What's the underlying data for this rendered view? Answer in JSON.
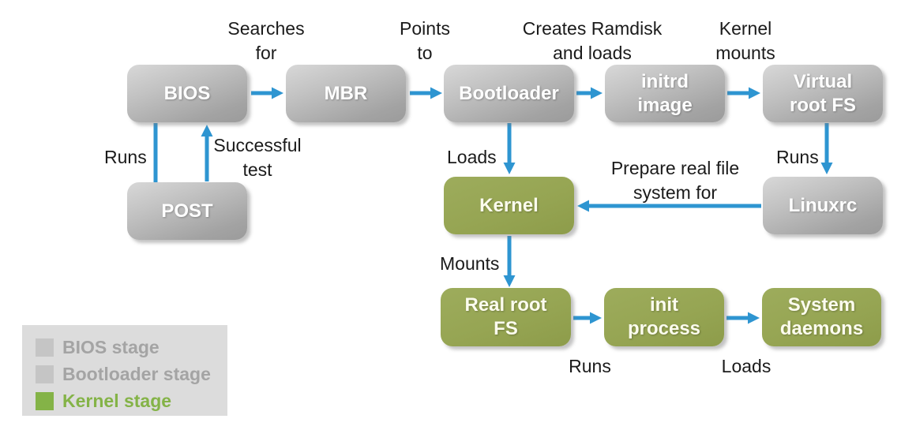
{
  "diagram": "linux-boot-process-flow",
  "colors": {
    "arrow_blue": "#2e95d1",
    "gray_box": "#b3b3b3",
    "green_box": "#96a553",
    "label_text": "#1b1b1b",
    "legend_bg": "#dcdcdc",
    "legend_gray": "#a4a4a4",
    "legend_green": "#84b347"
  },
  "nodes": [
    {
      "id": "bios",
      "stage": "bios",
      "line1": "BIOS"
    },
    {
      "id": "mbr",
      "stage": "bootloader",
      "line1": "MBR"
    },
    {
      "id": "bootloader",
      "stage": "bootloader",
      "line1": "Bootloader"
    },
    {
      "id": "initrd-image",
      "stage": "bootloader",
      "line1": "initrd",
      "line2": "image"
    },
    {
      "id": "virtual-root-fs",
      "stage": "bootloader",
      "line1": "Virtual",
      "line2": "root FS"
    },
    {
      "id": "post",
      "stage": "bios",
      "line1": "POST"
    },
    {
      "id": "kernel",
      "stage": "kernel",
      "line1": "Kernel"
    },
    {
      "id": "linuxrc",
      "stage": "bootloader",
      "line1": "Linuxrc"
    },
    {
      "id": "real-root-fs",
      "stage": "kernel",
      "line1": "Real root",
      "line2": "FS"
    },
    {
      "id": "init-process",
      "stage": "kernel",
      "line1": "init",
      "line2": "process"
    },
    {
      "id": "system-daemons",
      "stage": "kernel",
      "line1": "System",
      "line2": "daemons"
    }
  ],
  "edges": [
    {
      "from": "bios",
      "to": "mbr",
      "line1": "Searches",
      "line2": "for"
    },
    {
      "from": "mbr",
      "to": "bootloader",
      "line1": "Points",
      "line2": "to"
    },
    {
      "from": "bootloader",
      "to": "initrd-image",
      "line1": "Creates Ramdisk",
      "line2": "and loads"
    },
    {
      "from": "initrd-image",
      "to": "virtual-root-fs",
      "line1": "Kernel",
      "line2": "mounts"
    },
    {
      "from": "bios",
      "to": "post",
      "line1": "Runs"
    },
    {
      "from": "post",
      "to": "bios",
      "line1": "Successful",
      "line2": "test"
    },
    {
      "from": "bootloader",
      "to": "kernel",
      "line1": "Loads"
    },
    {
      "from": "virtual-root-fs",
      "to": "linuxrc",
      "line1": "Runs"
    },
    {
      "from": "linuxrc",
      "to": "kernel",
      "line1": "Prepare real file",
      "line2": "system for"
    },
    {
      "from": "kernel",
      "to": "real-root-fs",
      "line1": "Mounts"
    },
    {
      "from": "real-root-fs",
      "to": "init-process",
      "line1": "Runs"
    },
    {
      "from": "init-process",
      "to": "system-daemons",
      "line1": "Loads"
    }
  ],
  "legend": {
    "items": [
      {
        "label": "BIOS stage",
        "color": "gray"
      },
      {
        "label": "Bootloader stage",
        "color": "gray"
      },
      {
        "label": "Kernel stage",
        "color": "green"
      }
    ]
  }
}
